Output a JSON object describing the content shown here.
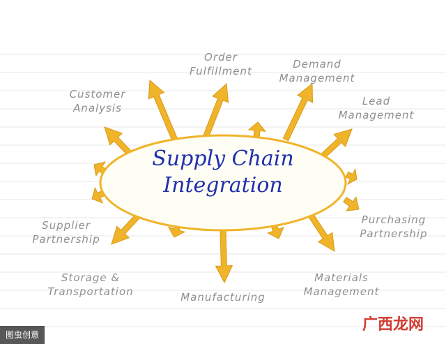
{
  "diagram": {
    "center": {
      "line1": "Supply Chain",
      "line2": "Integration"
    },
    "nodes": {
      "order": "Order\nFulfillment",
      "demand": "Demand\nManagement",
      "lead": "Lead\nManagement",
      "customer": "Customer\nAnalysis",
      "supplier": "Supplier\nPartnership",
      "purchasing": "Purchasing\nPartnership",
      "storage": "Storage &\nTransportation",
      "manufacturing": "Manufacturing",
      "materials": "Materials\nManagement"
    },
    "colors": {
      "arrow": "#f0b42a",
      "arrow_edge": "#d99a15",
      "ellipse_fill": "#fffef4",
      "line": "#e7e7e7"
    }
  },
  "watermarks": {
    "left": "图虫创意",
    "right": "广西龙网"
  }
}
